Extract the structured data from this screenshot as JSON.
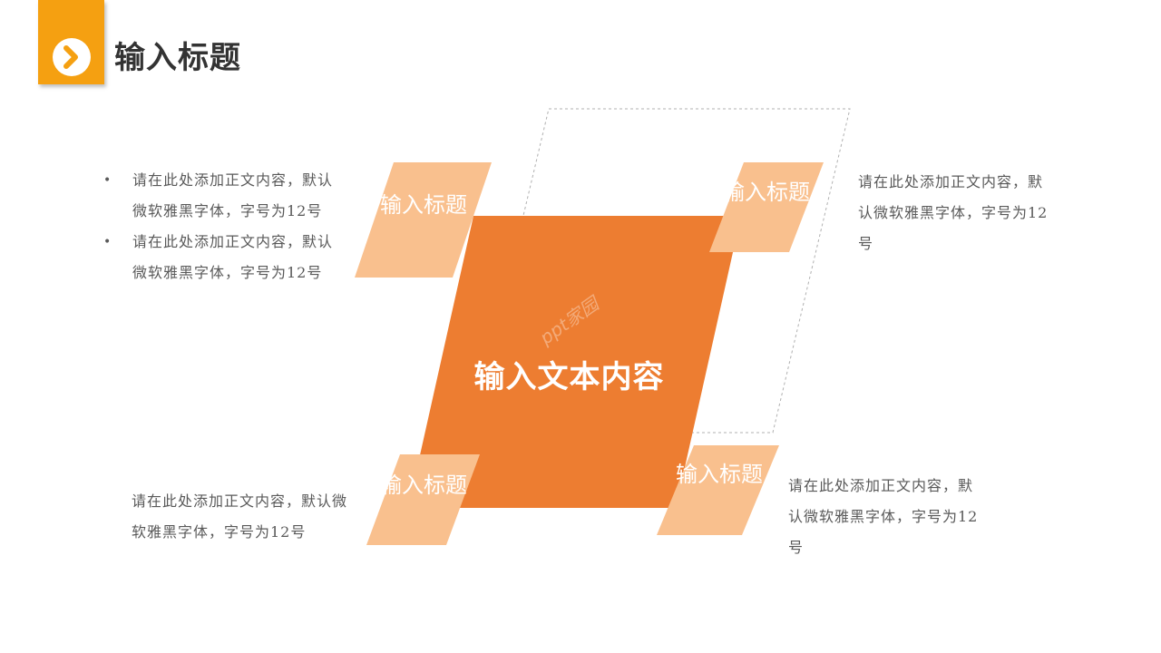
{
  "header": {
    "title": "输入标题",
    "icon": "chevron-right-icon",
    "accent_color": "#f5a011"
  },
  "left_list": {
    "items": [
      "请在此处添加正文内容，默认微软雅黑字体，字号为12号",
      "请在此处添加正文内容，默认微软雅黑字体，字号为12号"
    ]
  },
  "text_blocks": {
    "top_right": "请在此处添加正文内容，默认微软雅黑字体，字号为12号",
    "bottom_left": "请在此处添加正文内容，默认微软雅黑字体，字号为12号",
    "bottom_right": "请在此处添加正文内容，默认微软雅黑字体，字号为12号"
  },
  "diagram": {
    "center_text": "输入文本内容",
    "tiles": {
      "top_left": "输入标题",
      "top_right": "输入标题",
      "bottom_left": "输入标题",
      "bottom_right": "输入标题"
    },
    "center_color": "#ed7d31",
    "tile_color": "#f9c08e",
    "watermark": "ppt家园"
  }
}
